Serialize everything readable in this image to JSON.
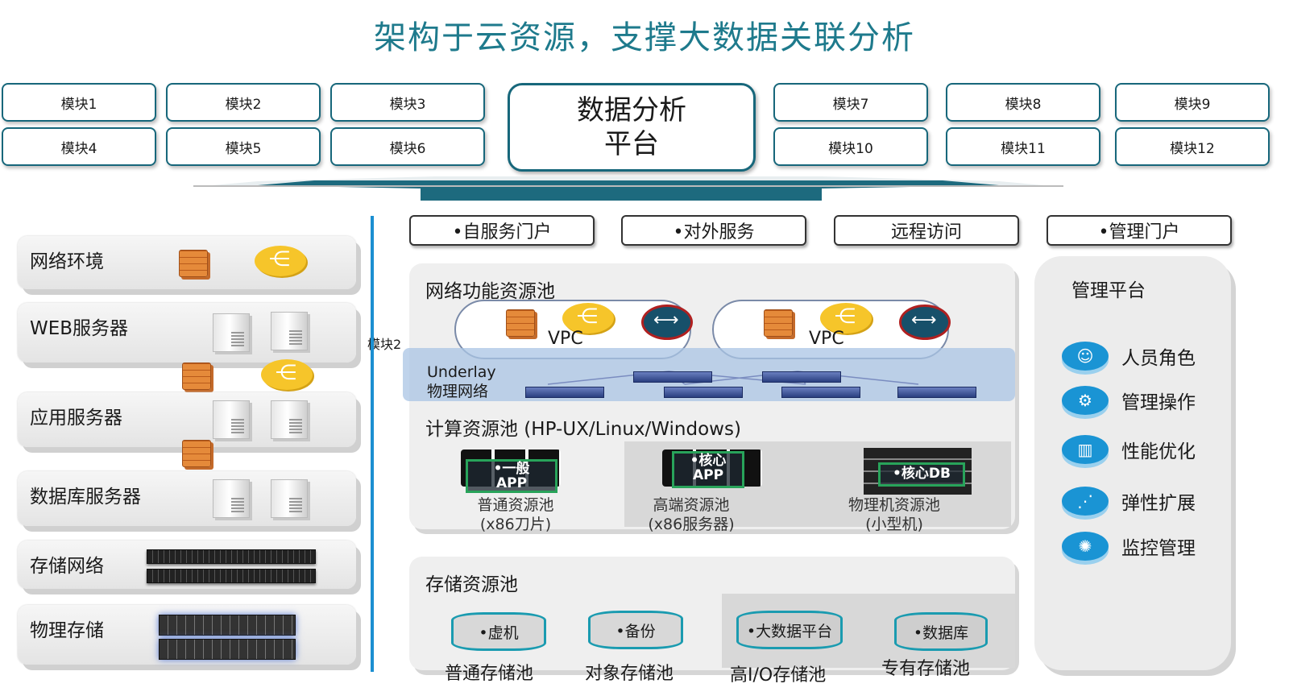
{
  "title": "架构于云资源，支撑大数据关联分析",
  "modules_left": [
    "模块1",
    "模块2",
    "模块3",
    "模块4",
    "模块5",
    "模块6"
  ],
  "modules_right": [
    "模块7",
    "模块8",
    "模块9",
    "模块10",
    "模块11",
    "模块12"
  ],
  "center": {
    "line1": "数据分析",
    "line2": "平台"
  },
  "left_panels": [
    "网络环境",
    "WEB服务器",
    "应用服务器",
    "数据库服务器",
    "存储网络",
    "物理存储"
  ],
  "side_label": "模块2",
  "tabs": [
    "•自服务门户",
    "•对外服务",
    "远程访问",
    "•管理门户"
  ],
  "network_pool": {
    "label": "网络功能资源池",
    "vpc": "VPC",
    "underlay1": "Underlay",
    "underlay2": "物理网络"
  },
  "compute_pool": {
    "label": "计算资源池 (HP-UX/Linux/Windows)",
    "items": [
      {
        "tag1": "•一般",
        "tag2": "APP",
        "name": "普通资源池",
        "desc": "(x86刀片)"
      },
      {
        "tag1": "•核心",
        "tag2": "APP",
        "name": "高端资源池",
        "desc": "(x86服务器)"
      },
      {
        "tag1": "•核心DB",
        "tag2": "",
        "name": "物理机资源池",
        "desc": "(小型机)"
      }
    ]
  },
  "storage_pool": {
    "label": "存储资源池",
    "items": [
      {
        "tag": "•虚机",
        "name": "普通存储池"
      },
      {
        "tag": "•备份",
        "name": "对象存储池"
      },
      {
        "tag": "•大数据平台",
        "name": "高I/O存储池"
      },
      {
        "tag": "•数据库",
        "name": "专有存储池"
      }
    ]
  },
  "mgmt": {
    "label": "管理平台",
    "items": [
      "人员角色",
      "管理操作",
      "性能优化",
      "弹性扩展",
      "监控管理"
    ]
  },
  "colors": {
    "teal": "#17677b",
    "title": "#1e7a8c",
    "accent": "#1a94d4"
  }
}
